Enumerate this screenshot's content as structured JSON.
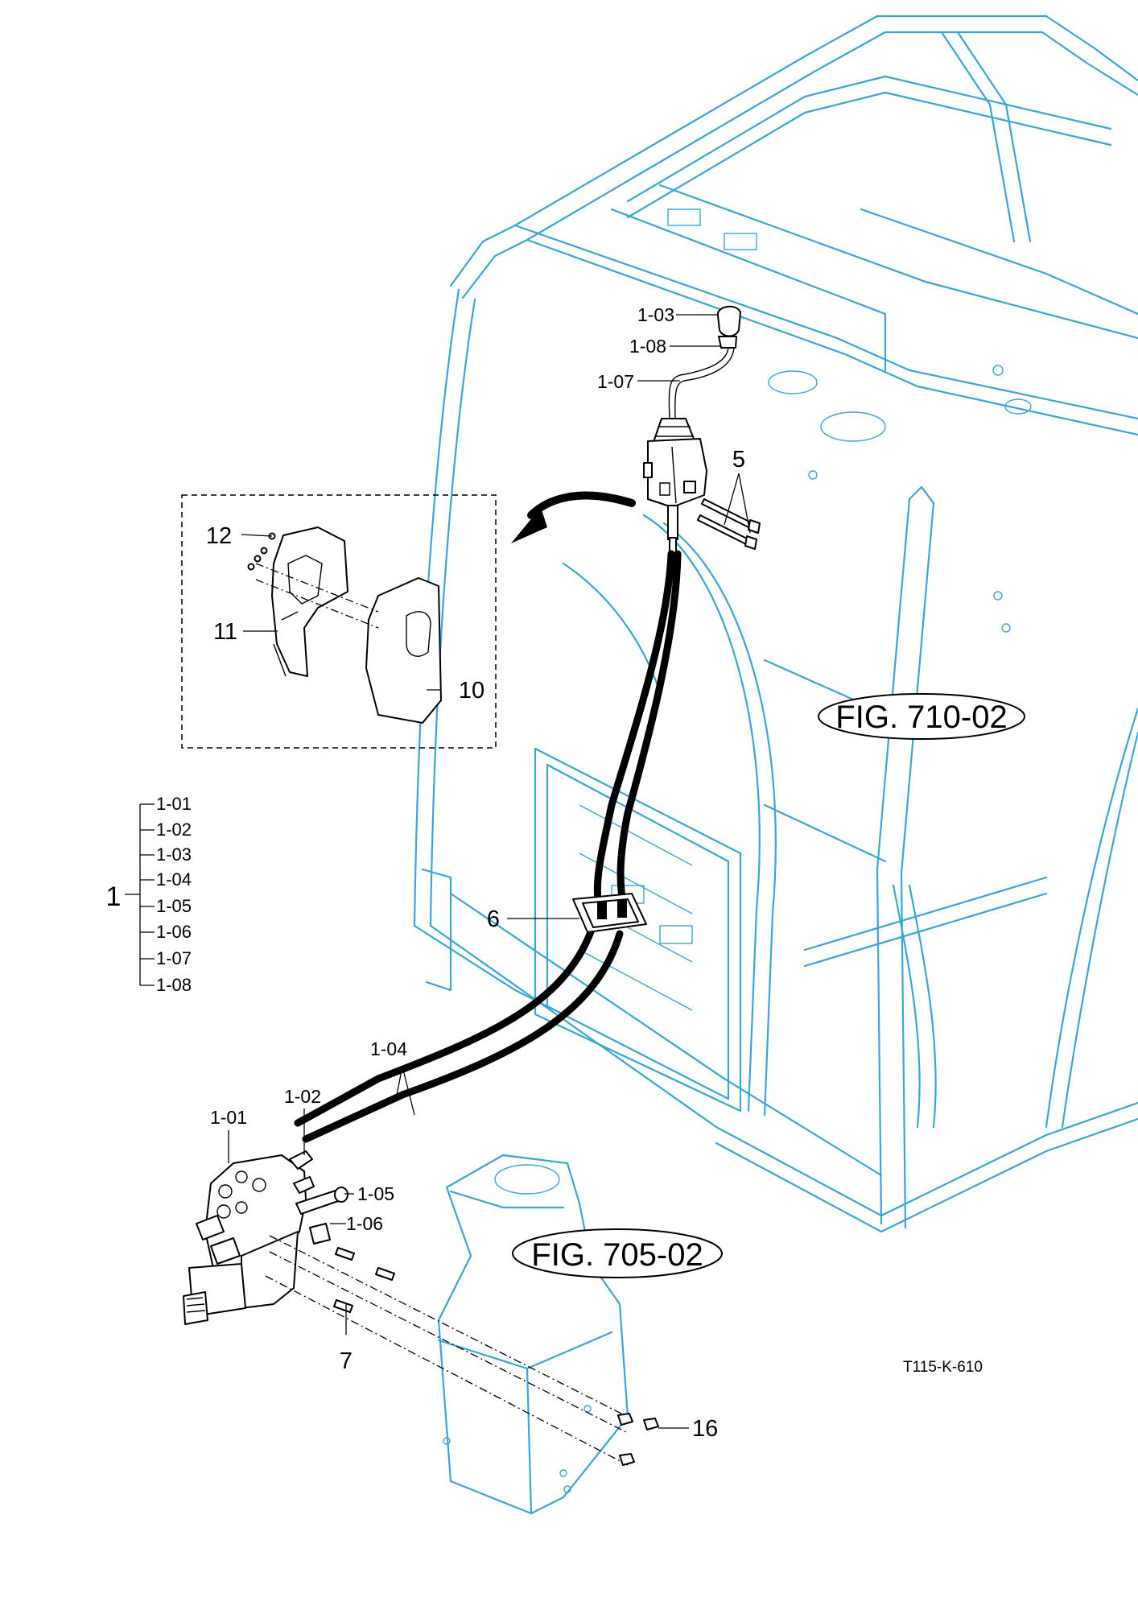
{
  "drawing_code": "T115-K-610",
  "references": [
    "FIG. 710-02",
    "FIG. 705-02"
  ],
  "assembly": {
    "number": "1",
    "components": [
      "1-01",
      "1-02",
      "1-03",
      "1-04",
      "1-05",
      "1-06",
      "1-07",
      "1-08"
    ]
  },
  "callouts": {
    "c_1_03": "1-03",
    "c_1_08": "1-08",
    "c_1_07": "1-07",
    "c_5": "5",
    "c_12": "12",
    "c_11": "11",
    "c_10": "10",
    "c_6": "6",
    "c_1_04": "1-04",
    "c_1_02": "1-02",
    "c_1_01": "1-01",
    "c_1_05": "1-05",
    "c_1_06": "1-06",
    "c_7": "7",
    "c_16": "16"
  },
  "colors": {
    "frame": "#3aa6d8",
    "parts": "#000000"
  }
}
